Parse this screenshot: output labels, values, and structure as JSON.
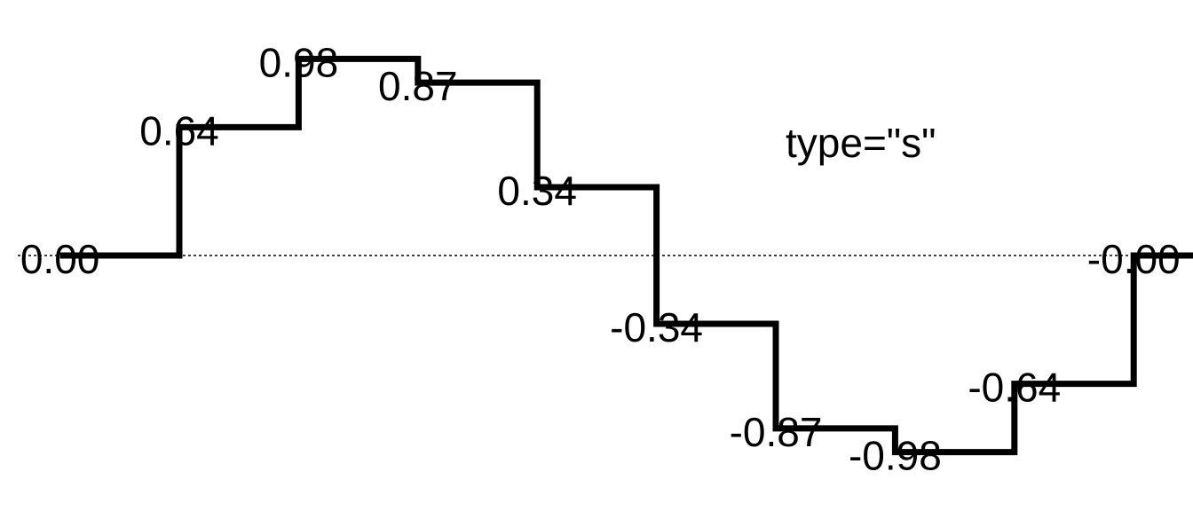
{
  "chart_data": {
    "type": "line",
    "step": "s",
    "x": [
      1,
      2,
      3,
      4,
      5,
      6,
      7,
      8,
      9,
      10,
      11
    ],
    "values": [
      0.0,
      0.6427876,
      0.9848078,
      0.8660254,
      0.3420201,
      -0.3420201,
      -0.8660254,
      -0.9848078,
      -0.6427876,
      -0.0
    ],
    "data_labels": [
      "0.00",
      "0.64",
      "0.98",
      "0.87",
      "0.34",
      "-0.34",
      "-0.87",
      "-0.98",
      "-0.64",
      "-0.00"
    ],
    "reference_line": {
      "y": 0,
      "style": "dotted"
    },
    "annotation": "type=\"s\"",
    "ylim": [
      -1,
      1
    ],
    "grid": false,
    "axes_visible": false,
    "line_color": "#000000"
  }
}
